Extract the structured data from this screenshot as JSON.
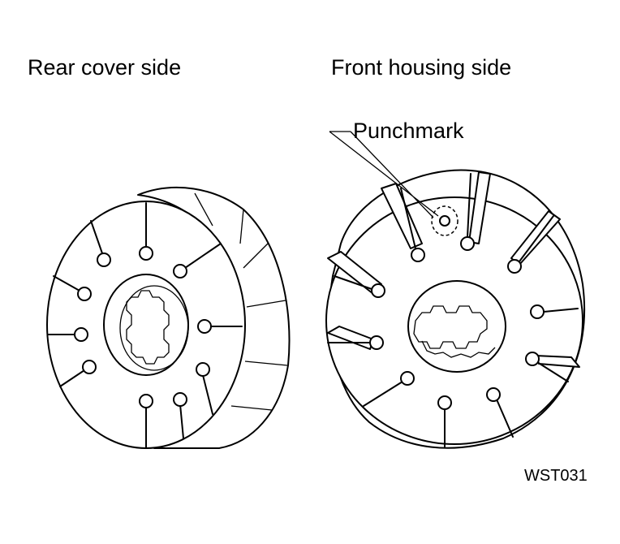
{
  "labels": {
    "rear": "Rear cover side",
    "front": "Front housing side",
    "punchmark": "Punchmark",
    "code": "WST031"
  }
}
